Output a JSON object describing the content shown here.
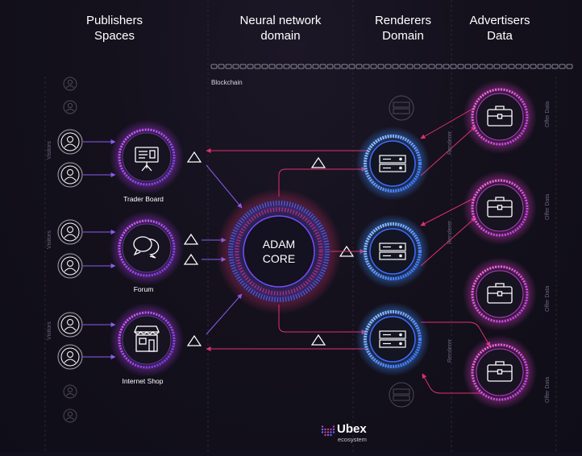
{
  "columns": {
    "publishers": {
      "line1": "Publishers",
      "line2": "Spaces"
    },
    "neural": {
      "line1": "Neural network",
      "line2": "domain"
    },
    "renderers": {
      "line1": "Renderers",
      "line2": "Domain"
    },
    "advertisers": {
      "line1": "Advertisers",
      "line2": "Data"
    }
  },
  "blockchain_label": "Blockchain",
  "visitors_label": "Visitors",
  "publishers": [
    {
      "label": "Trader Board",
      "icon": "presentation-board-icon"
    },
    {
      "label": "Forum",
      "icon": "chat-bubbles-icon"
    },
    {
      "label": "Internet Shop",
      "icon": "storefront-icon"
    }
  ],
  "core": {
    "line1": "ADAM",
    "line2": "CORE"
  },
  "renderer_label": "Renderer",
  "offer_data_label": "Offer Data",
  "logo": {
    "name": "Ubex",
    "sub": "ecosystem"
  },
  "colors": {
    "accent_pink": "#e0306e",
    "accent_purple": "#8a5cf0",
    "accent_blue": "#3f8cff",
    "accent_magenta": "#d64fe0"
  }
}
